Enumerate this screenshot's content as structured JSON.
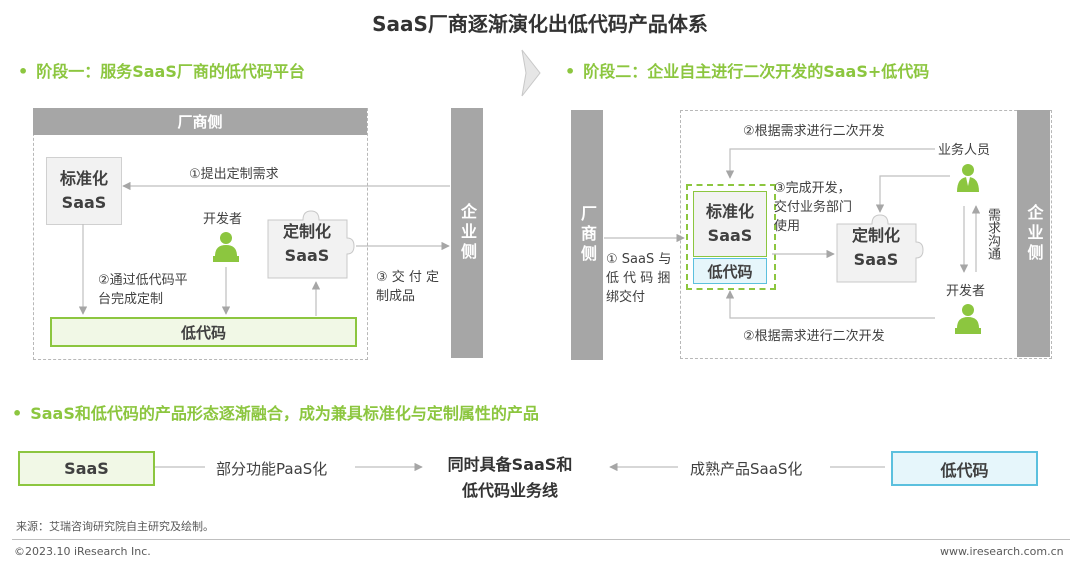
{
  "title": "SaaS厂商逐渐演化出低代码产品体系",
  "stage1": {
    "heading": "阶段一：服务SaaS厂商的低代码平台",
    "vendor_header": "厂商侧",
    "standard_saas": [
      "标准化",
      "SaaS"
    ],
    "custom_saas": [
      "定制化",
      "SaaS"
    ],
    "developer": "开发者",
    "lowcode": "低代码",
    "enterprise": "企业侧",
    "step1": "①提出定制需求",
    "step2": [
      "②通过低代码平",
      "台完成定制"
    ],
    "step3": [
      "③ 交 付 定",
      "制成品"
    ]
  },
  "stage2": {
    "heading": "阶段二：企业自主进行二次开发的SaaS+低代码",
    "vendor": "厂商侧",
    "enterprise": "企业侧",
    "standard_saas": [
      "标准化",
      "SaaS"
    ],
    "lowcode": "低代码",
    "custom_saas": [
      "定制化",
      "SaaS"
    ],
    "top_label": "②根据需求进行二次开发",
    "bottom_label": "②根据需求进行二次开发",
    "step1": [
      "① SaaS 与",
      "低 代 码 捆",
      "绑交付"
    ],
    "step3": [
      "③完成开发，",
      "交付业务部门",
      "使用"
    ],
    "business_staff": "业务人员",
    "developer": "开发者",
    "communicate": "需求沟通"
  },
  "conclusion": {
    "heading": "SaaS和低代码的产品形态逐渐融合，成为兼具标准化与定制属性的产品",
    "left_box": "SaaS",
    "left_label": "部分功能PaaS化",
    "center": [
      "同时具备SaaS和",
      "低代码业务线"
    ],
    "right_label": "成熟产品SaaS化",
    "right_box": "低代码"
  },
  "source": "来源：艾瑞咨询研究院自主研究及绘制。",
  "copyright": "©2023.10 iResearch Inc.",
  "website": "www.iresearch.com.cn",
  "colors": {
    "green": "#8cc63f",
    "grey": "#a6a6a6",
    "lightblue": "#e6f6fb",
    "blue": "#5bc0de"
  }
}
